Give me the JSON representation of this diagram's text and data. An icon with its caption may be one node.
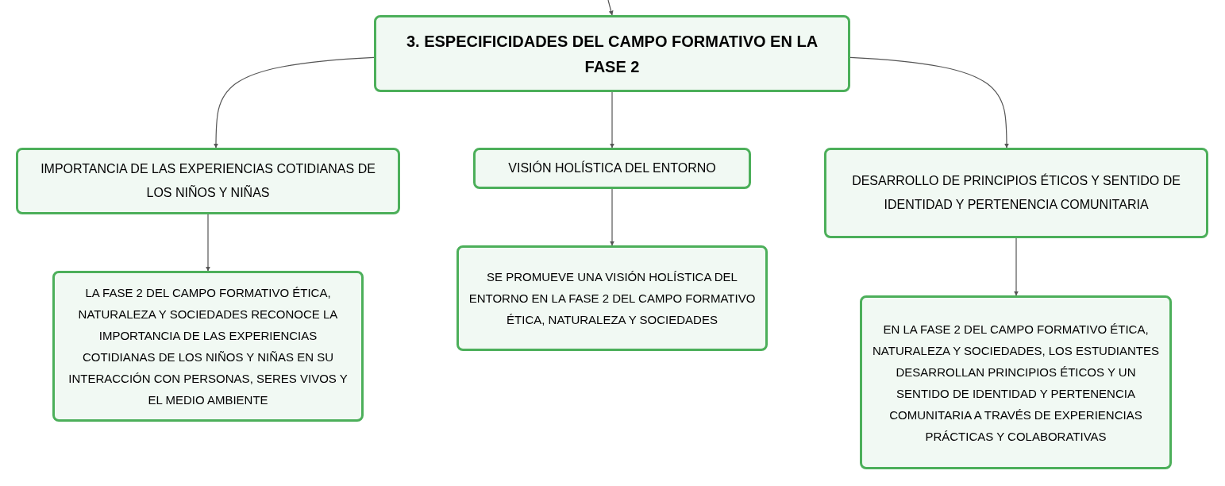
{
  "diagram": {
    "nodes": [
      {
        "text": [
          "3. ESPECIFICIDADES DEL CAMPO FORMATIVO EN LA FASE 2"
        ]
      },
      {
        "text": [
          "IMPORTANCIA DE LAS EXPERIENCIAS COTIDIANAS DE LOS NIÑOS Y NIÑAS"
        ]
      },
      {
        "text": [
          "VISIÓN HOLÍSTICA DEL ENTORNO"
        ]
      },
      {
        "text": [
          "DESARROLLO DE PRINCIPIOS ÉTICOS Y SENTIDO DE IDENTIDAD Y PERTENENCIA COMUNITARIA"
        ]
      },
      {
        "text": [
          "LA FASE 2 DEL CAMPO FORMATIVO ÉTICA, NATURALEZA Y SOCIEDADES RECONOCE LA IMPORTANCIA DE LAS EXPERIENCIAS COTIDIANAS DE LOS NIÑOS Y NIÑAS EN SU INTERACCIÓN CON PERSONAS, SERES VIVOS Y EL MEDIO AMBIENTE"
        ]
      },
      {
        "text": [
          "SE PROMUEVE UNA VISIÓN HOLÍSTICA DEL ENTORNO EN LA FASE 2 DEL CAMPO FORMATIVO ÉTICA, NATURALEZA Y SOCIEDADES"
        ]
      },
      {
        "text": [
          "EN LA FASE 2 DEL CAMPO FORMATIVO ÉTICA, NATURALEZA Y SOCIEDADES, LOS ESTUDIANTES DESARROLLAN PRINCIPIOS ÉTICOS Y UN SENTIDO DE IDENTIDAD Y PERTENENCIA COMUNITARIA A TRAVÉS DE EXPERIENCIAS PRÁCTICAS Y COLABORATIVAS"
        ]
      }
    ],
    "edges": [
      {
        "from": null,
        "to": 0,
        "arrow": "to"
      },
      {
        "from": 0,
        "to": 1,
        "arrow": "to"
      },
      {
        "from": 0,
        "to": 2,
        "arrow": "to"
      },
      {
        "from": 0,
        "to": 3,
        "arrow": "to"
      },
      {
        "from": 1,
        "to": 4,
        "arrow": "to"
      },
      {
        "from": 2,
        "to": 5,
        "arrow": "to"
      },
      {
        "from": 3,
        "to": 6,
        "arrow": "to"
      }
    ]
  }
}
